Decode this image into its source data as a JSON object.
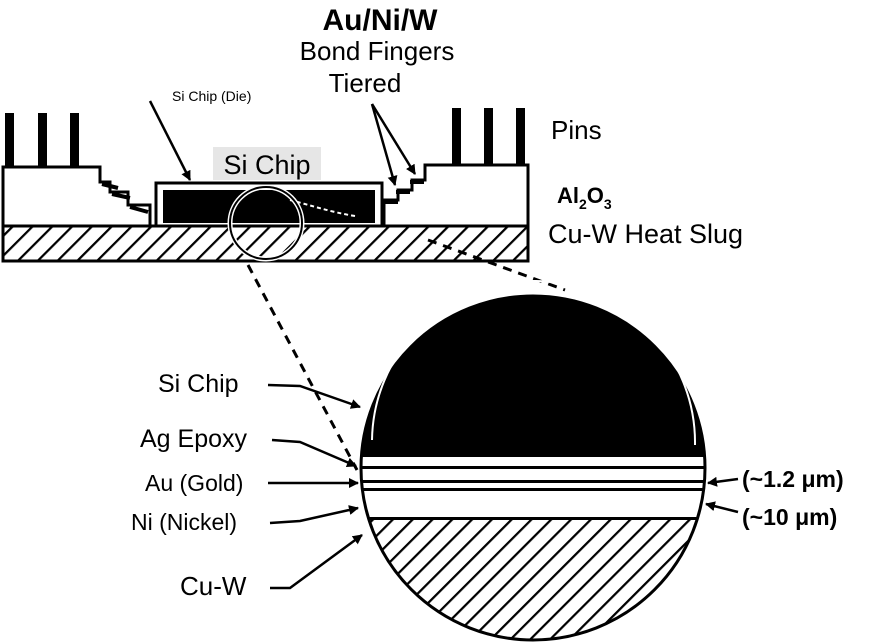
{
  "title": {
    "line1": "Au/Ni/W",
    "line2": "Bond Fingers",
    "line3": "Tiered"
  },
  "labels": {
    "die_callout": "Si Chip (Die)",
    "chip": "Si Chip",
    "pins": "Pins",
    "ceramic_main": "Al",
    "ceramic_sub1": "2",
    "ceramic_mid": "O",
    "ceramic_sub2": "3",
    "heat_slug": "Cu-W Heat Slug"
  },
  "layers": {
    "si_chip": "Si Chip",
    "ag_epoxy": "Ag Epoxy",
    "au": "Au (Gold)",
    "ni": "Ni (Nickel)",
    "cuw": "Cu-W"
  },
  "thickness": {
    "au": "(~1.2 μm)",
    "ni": "(~10 μm)"
  },
  "colors": {
    "ink": "#000000",
    "paper": "#ffffff",
    "chip_label_bg": "#e6e6e6"
  }
}
